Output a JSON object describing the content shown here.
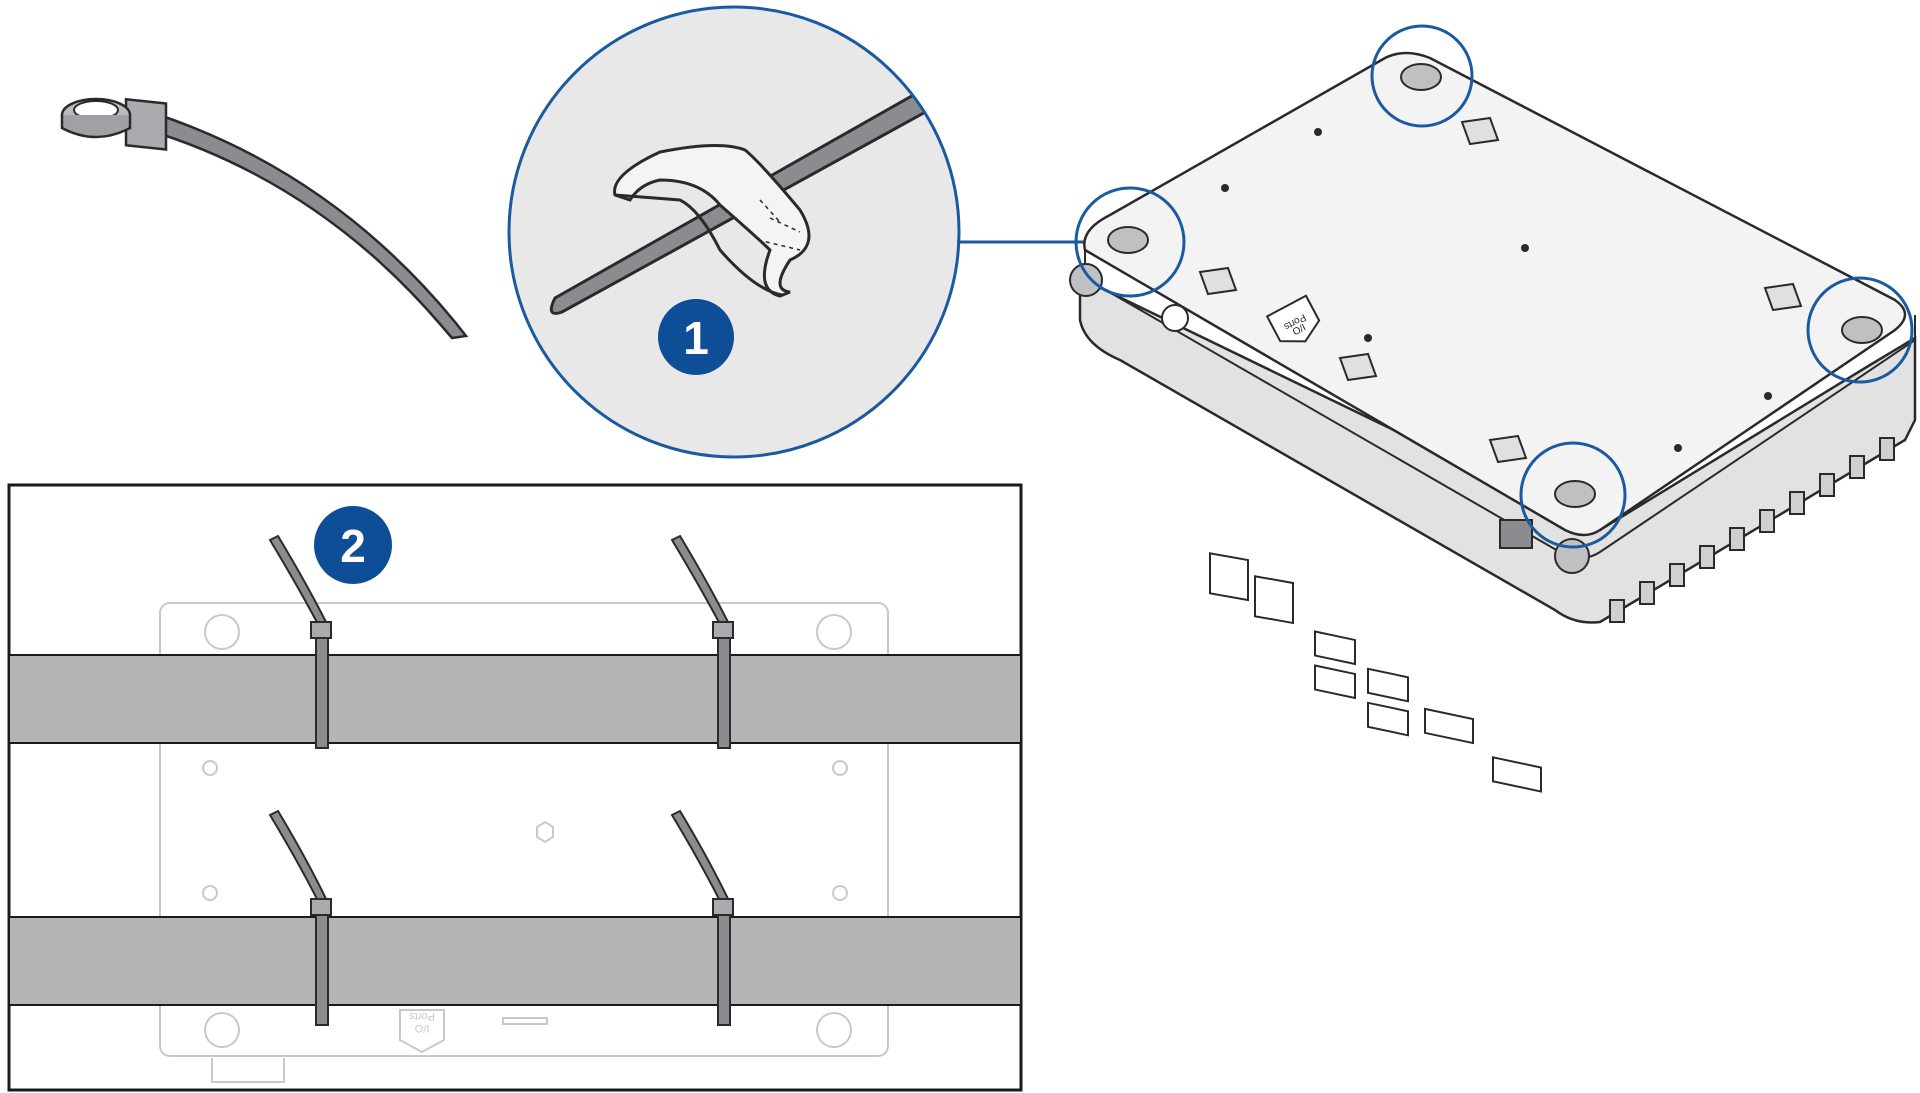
{
  "steps": [
    {
      "number": "1"
    },
    {
      "number": "2"
    }
  ],
  "device_label": {
    "line1": "I/O",
    "line2": "Ports"
  },
  "panel_label": {
    "line1": "I/O",
    "line2": "Ports"
  },
  "colors": {
    "accent_blue": "#0d4e96",
    "callout_ring": "#1a5aa0",
    "device_body": "#e9e9ea",
    "device_top": "#f3f3f4",
    "strap_gray": "#b4b4b4",
    "tie_gray": "#8a8c8f",
    "outline": "#2a2a2a",
    "panel_line": "#c9c9c9"
  },
  "icons": [
    "cable-tie-icon",
    "screw-icon",
    "port-icon"
  ]
}
